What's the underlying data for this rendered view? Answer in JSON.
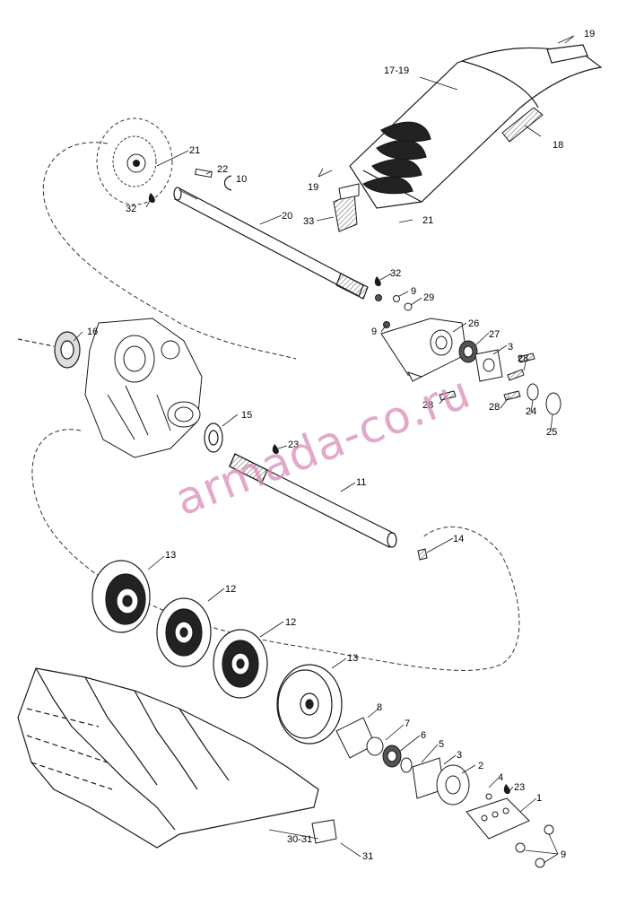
{
  "callouts": {
    "c1": "1",
    "c2": "2",
    "c3a": "3",
    "c3b": "3",
    "c4": "4",
    "c5": "5",
    "c6": "6",
    "c7": "7",
    "c8": "8",
    "c9a": "9",
    "c9b": "9",
    "c9c": "9",
    "c10": "10",
    "c11": "11",
    "c12a": "12",
    "c12b": "12",
    "c13a": "13",
    "c13b": "13",
    "c14": "14",
    "c15": "15",
    "c16": "16",
    "c17_19": "17-19",
    "c18": "18",
    "c19a": "19",
    "c19b": "19",
    "c20": "20",
    "c21a": "21",
    "c21b": "21",
    "c22": "22",
    "c23a": "23",
    "c23b": "23",
    "c24": "24",
    "c25": "25",
    "c26": "26",
    "c27": "27",
    "c28a": "28",
    "c28b": "28",
    "c28c": "28",
    "c29": "29",
    "c30_31": "30-31",
    "c31": "31",
    "c32a": "32",
    "c32b": "32",
    "c33": "33"
  },
  "watermark": "armada-co.ru",
  "colors": {
    "line": "#1a1a1a",
    "hatch": "#3a3a3a",
    "watermark": "#d889b8"
  }
}
